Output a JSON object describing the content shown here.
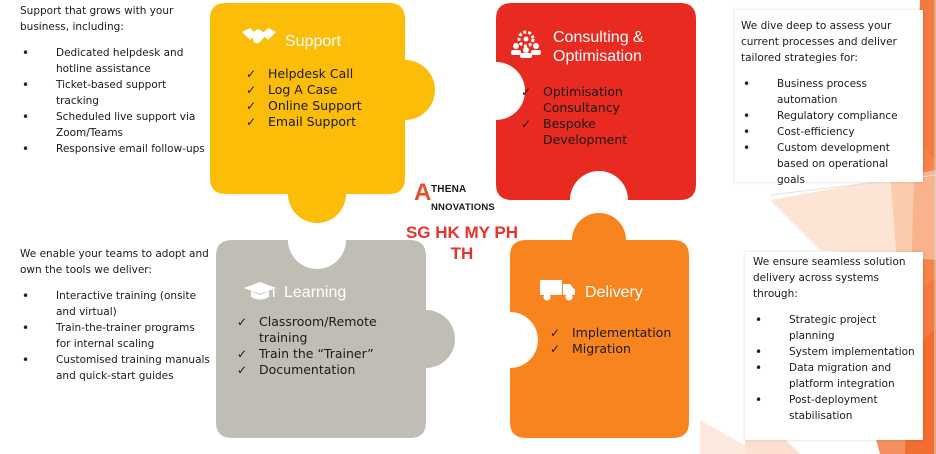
{
  "colors": {
    "support": "#fbbd08",
    "consulting": "#e82a21",
    "learning": "#bfbdb4",
    "delivery": "#f88420",
    "accent_orange": "#f26a2b",
    "brand_red": "#e8322a"
  },
  "left_top": {
    "intro": "Support that grows with your business, including:",
    "items": [
      "Dedicated helpdesk and hotline assistance",
      "Ticket-based support tracking",
      "Scheduled live support via Zoom/Teams",
      "Responsive email follow-ups"
    ]
  },
  "left_bottom": {
    "intro": "We enable your teams to adopt and own the tools we deliver:",
    "items": [
      "Interactive training (onsite and virtual)",
      "Train-the-trainer programs for internal scaling",
      "Customised training manuals and quick-start guides"
    ]
  },
  "right_top": {
    "intro": "We dive deep to assess your current processes and deliver tailored strategies for:",
    "items": [
      "Business process automation",
      "Regulatory compliance",
      "Cost-efficiency",
      "Custom development based on operational goals"
    ]
  },
  "right_bottom": {
    "intro": "We ensure seamless solution delivery across systems through:",
    "items": [
      "Strategic project planning",
      "System implementation",
      "Data migration and platform integration",
      "Post-deployment stabilisation"
    ]
  },
  "support": {
    "title": "Support",
    "icon": "handshake-icon",
    "items": [
      "Helpdesk Call",
      "Log A Case",
      "Online Support",
      "Email Support"
    ]
  },
  "consulting": {
    "title_line1": "Consulting &",
    "title_line2": "Optimisation",
    "icon": "team-gear-icon",
    "items": [
      "Optimisation Consultancy",
      "Bespoke Development"
    ]
  },
  "learning": {
    "title": "Learning",
    "icon": "graduation-cap-icon",
    "items": [
      "Classroom/Remote training",
      "Train the “Trainer”",
      "Documentation"
    ]
  },
  "delivery": {
    "title": "Delivery",
    "icon": "truck-icon",
    "items": [
      "Implementation",
      "Migration"
    ]
  },
  "logo": {
    "letter": "A",
    "line1": "THENA",
    "line2": "NNOVATIONS"
  },
  "regions": {
    "line1": "SG HK MY PH",
    "line2": "TH"
  }
}
